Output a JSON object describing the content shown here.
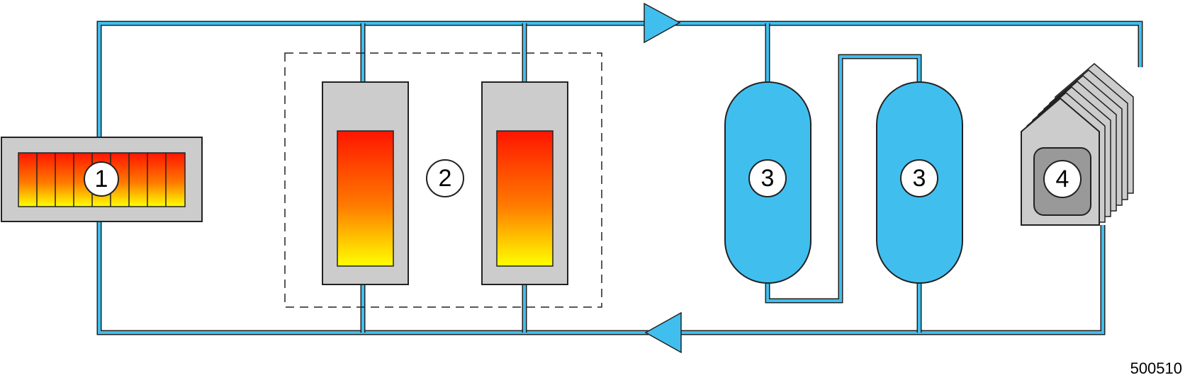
{
  "diagram": {
    "labels": {
      "heater": "1",
      "storage_group": "2",
      "vessel_left": "3",
      "vessel_right": "3",
      "consumer": "4"
    },
    "reference_number": "500510",
    "colors": {
      "pipe": "#40bfef",
      "outline": "#222222",
      "casing": "#cccccc",
      "hot": "#ff1a00",
      "cold": "#ffee00",
      "vessel": "#40bfef",
      "consumer_core": "#999999"
    }
  }
}
